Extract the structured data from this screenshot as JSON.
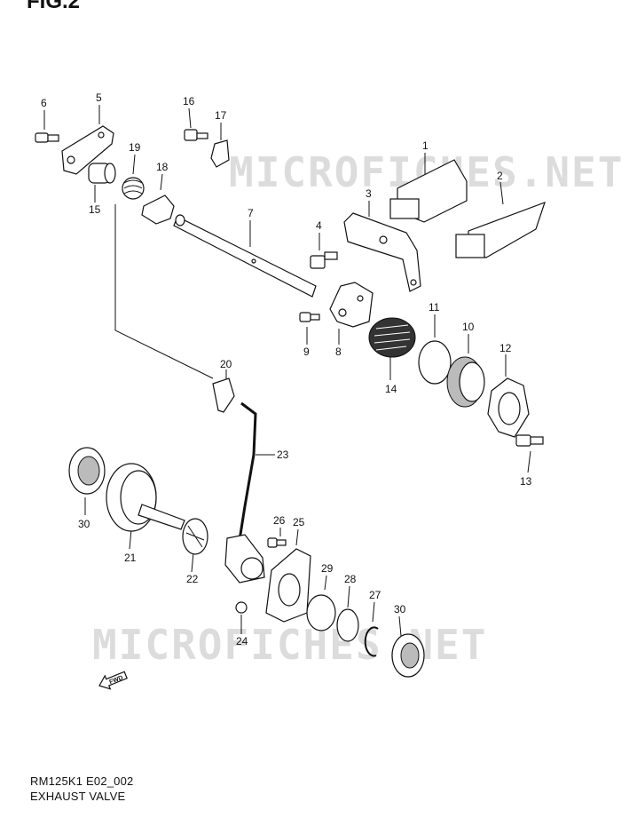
{
  "figure_title": "FIG.2",
  "footer": {
    "code": "RM125K1 E02_002",
    "name": "EXHAUST VALVE"
  },
  "watermark": "MICROFICHES.NET",
  "arrow_label": "FWD",
  "callouts": {
    "c1": "1",
    "c2": "2",
    "c3": "3",
    "c4": "4",
    "c5": "5",
    "c6": "6",
    "c7": "7",
    "c8": "8",
    "c9": "9",
    "c10": "10",
    "c11": "11",
    "c12": "12",
    "c13": "13",
    "c14": "14",
    "c15": "15",
    "c16": "16",
    "c17": "17",
    "c18": "18",
    "c19": "19",
    "c20": "20",
    "c21": "21",
    "c22": "22",
    "c23": "23",
    "c24": "24",
    "c25": "25",
    "c26": "26",
    "c27": "27",
    "c28": "28",
    "c29": "29",
    "c30a": "30",
    "c30b": "30"
  }
}
